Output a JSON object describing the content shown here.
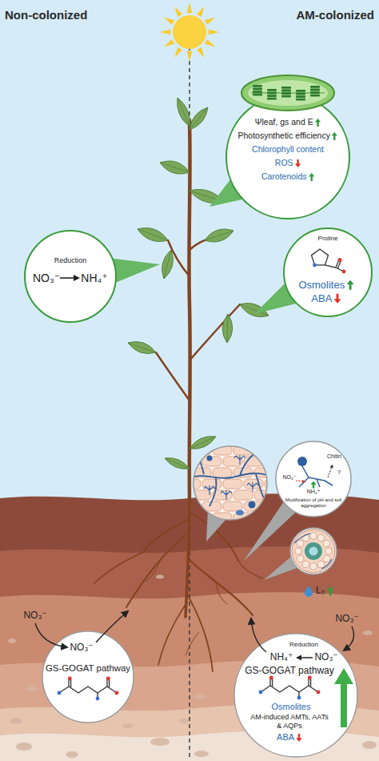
{
  "diagram": {
    "nodes": [
      {
        "text": [
          "Ψleaf, gs and E",
          "Photosynthetic efficiency",
          "Chlorophyll content",
          "ROS",
          "Carotenoids"
        ]
      },
      {
        "text": [
          "Reduction",
          "NO₃⁻",
          "NH₄⁺"
        ]
      },
      {
        "text": [
          "Proline",
          "Osmolites",
          "ABA"
        ]
      },
      {
        "text": [
          "Chitin",
          "?",
          "NO₃⁻",
          "NH₄⁺",
          "Modification of pH and soil aggregation"
        ]
      },
      {
        "text": [
          "L₀"
        ]
      },
      {
        "text": [
          "NO₃⁻",
          "GS-GOGAT pathway"
        ]
      },
      {
        "text": [
          "Reduction",
          "NH₄⁺",
          "NO₃⁻",
          "GS-GOGAT pathway",
          "Osmolites",
          "AM-induced AMTs, AATs & AQPs",
          "ABA"
        ]
      }
    ],
    "labels": [
      "Non-colonized",
      "AM-colonized",
      "NO₃⁻",
      "NO₃⁻"
    ]
  }
}
